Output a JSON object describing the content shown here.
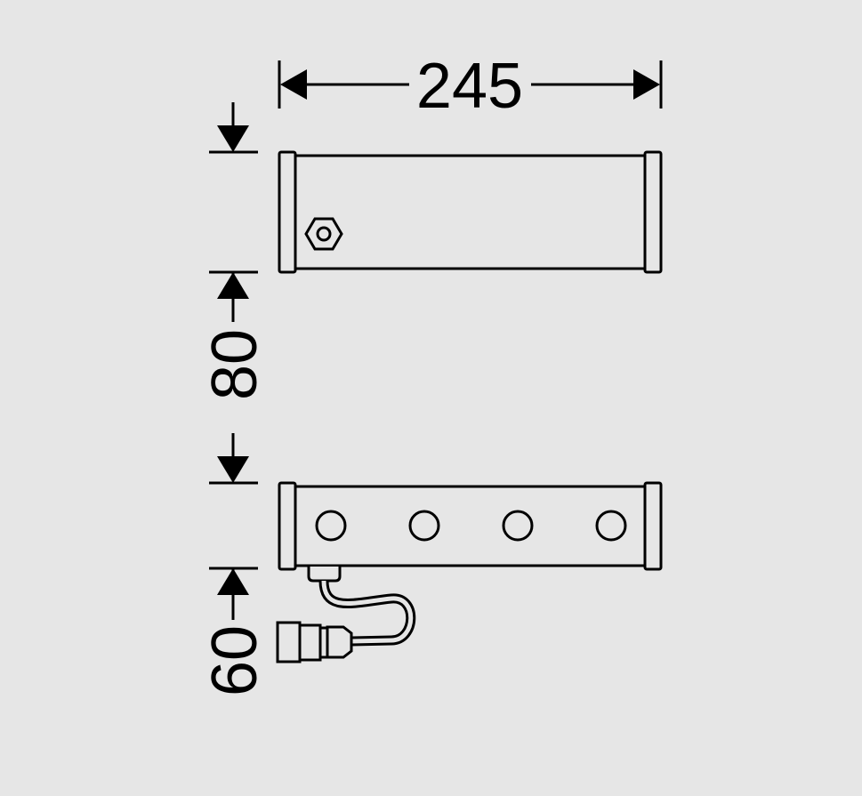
{
  "dimensions": {
    "length": "245",
    "height_top_view": "80",
    "height_front_view": "60"
  },
  "colors": {
    "background": "#e6e6e6",
    "line": "#000000"
  }
}
